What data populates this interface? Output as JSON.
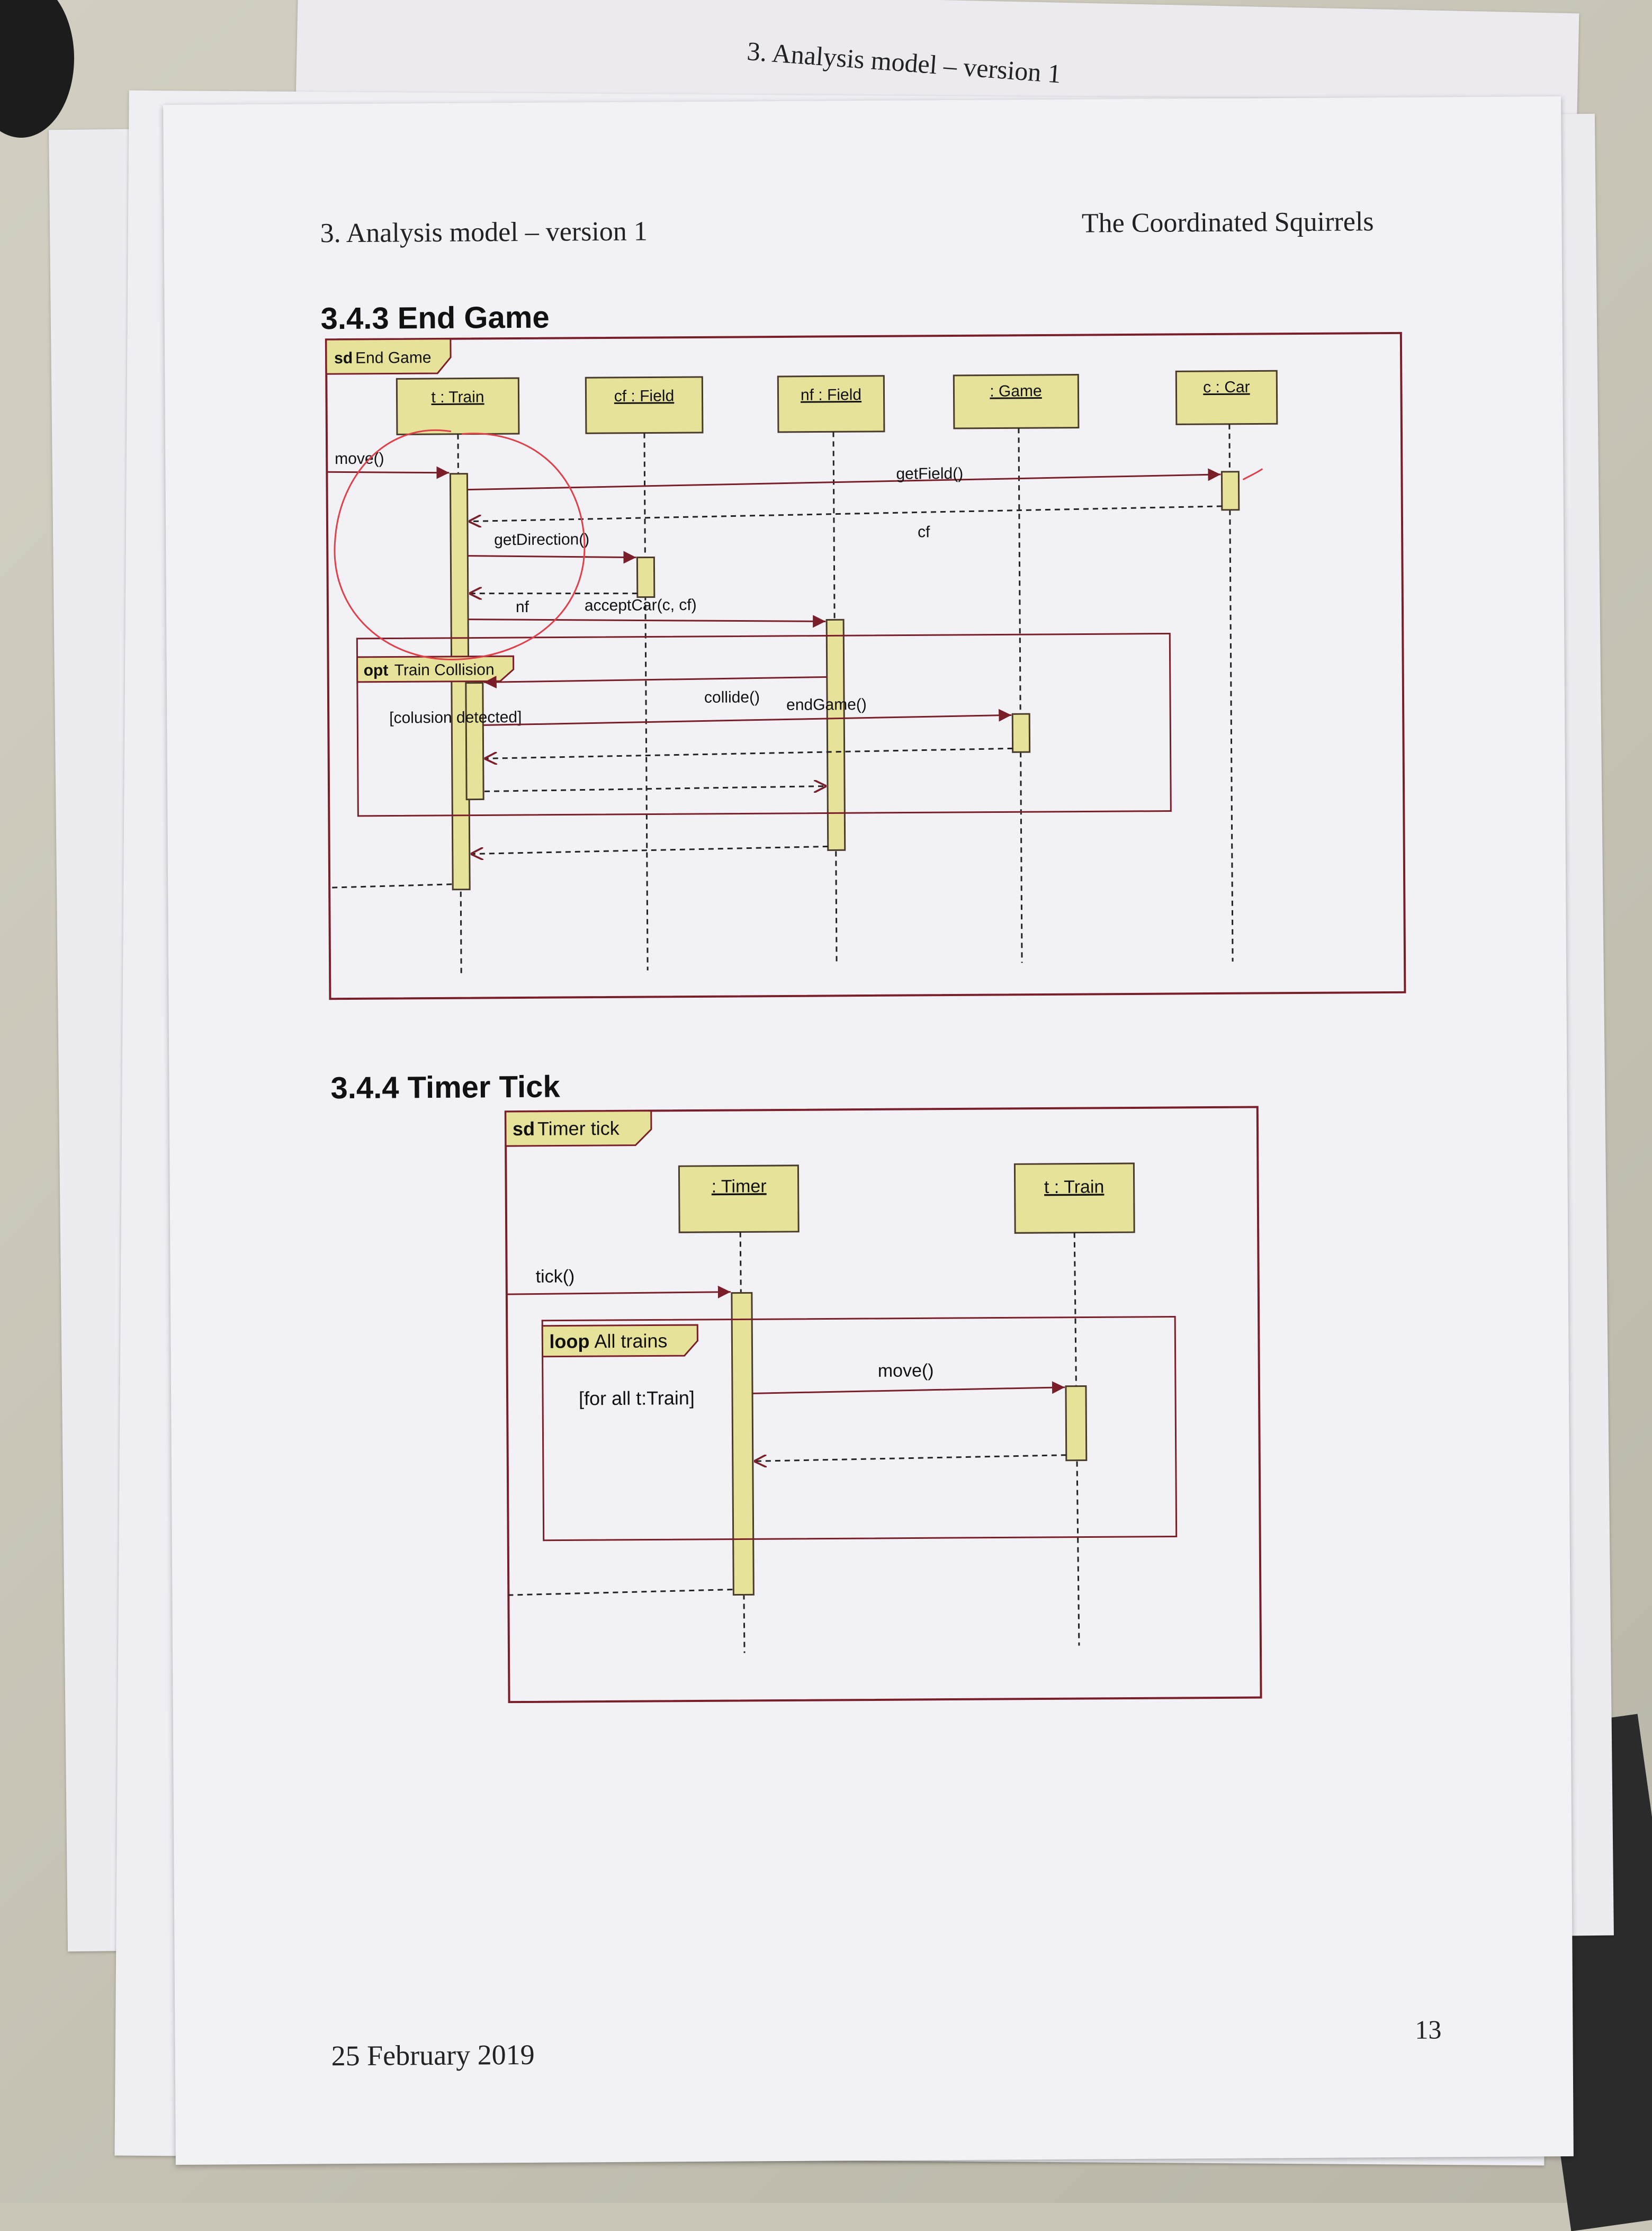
{
  "back_page": {
    "header_left": "3. Analysis model – version 1"
  },
  "page": {
    "header_left": "3. Analysis model – version 1",
    "header_right": "The Coordinated Squirrels",
    "footer_date": "25 February 2019",
    "page_number": "13"
  },
  "section_end_game": {
    "title": "3.4.3  End Game",
    "frame_keyword": "sd",
    "frame_name": "End Game",
    "lifelines": {
      "train": "t : Train",
      "cf": "cf : Field",
      "nf": "nf : Field",
      "game": ": Game",
      "car": "c : Car"
    },
    "messages": {
      "move": "move()",
      "getField": "getField()",
      "cf_return": "cf",
      "getDirection": "getDirection()",
      "nf_return": "nf",
      "acceptCar": "acceptCar(c, cf)",
      "collide": "collide()",
      "endGame": "endGame()"
    },
    "fragment": {
      "operator": "opt",
      "name": "Train Collision",
      "guard": "[colusion detected]"
    }
  },
  "section_timer_tick": {
    "title": "3.4.4  Timer Tick",
    "frame_keyword": "sd",
    "frame_name": "Timer tick",
    "lifelines": {
      "timer": ": Timer",
      "train": "t : Train"
    },
    "messages": {
      "tick": "tick()",
      "move": "move()"
    },
    "fragment": {
      "operator": "loop",
      "name": "All trains",
      "guard": "[for all t:Train]"
    }
  },
  "colors": {
    "frame": "#7a1f2a",
    "box_fill": "#e6e29a",
    "box_stroke": "#4a3a2a",
    "annotation": "#e0404a"
  }
}
